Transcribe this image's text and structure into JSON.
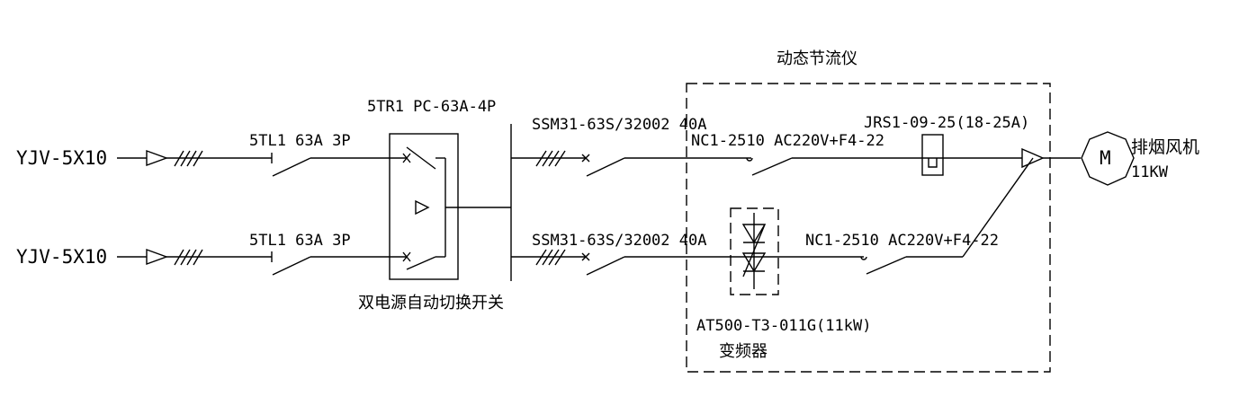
{
  "feeder_top": {
    "cable": "YJV-5X10",
    "breaker": "5TL1 63A 3P"
  },
  "feeder_bottom": {
    "cable": "YJV-5X10",
    "breaker": "5TL1 63A 3P"
  },
  "ats": {
    "model": "5TR1 PC-63A-4P",
    "name": "双电源自动切换开关"
  },
  "branch_top": {
    "breaker": "SSM31-63S/32002 40A",
    "contactor": "NC1-2510 AC220V+F4-22",
    "relay": "JRS1-09-25(18-25A)"
  },
  "branch_bottom": {
    "breaker": "SSM31-63S/32002 40A",
    "contactor": "NC1-2510 AC220V+F4-22"
  },
  "vfd": {
    "model": "AT500-T3-011G(11kW)",
    "name": "变频器"
  },
  "box": {
    "title": "动态节流仪"
  },
  "motor": {
    "symbol": "M",
    "name": "排烟风机",
    "power": "11KW"
  }
}
